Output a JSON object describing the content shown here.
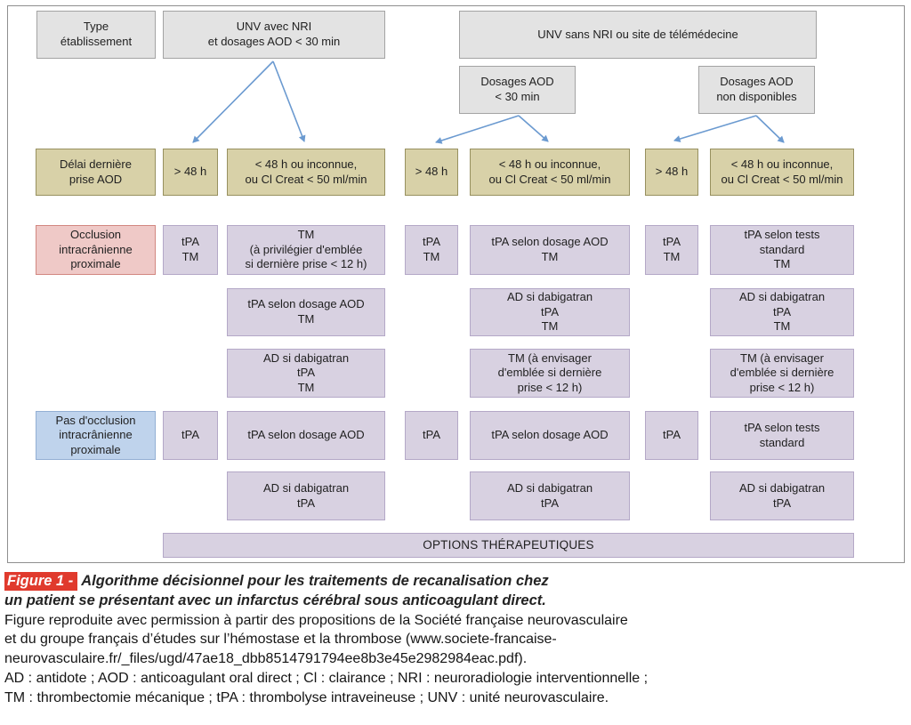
{
  "headers": {
    "type_etab": "Type\nétablissement",
    "unv_avec": "UNV avec NRI\net dosages AOD < 30 min",
    "unv_sans": "UNV sans NRI ou site de télémédecine",
    "dosages_30": "Dosages AOD\n< 30 min",
    "dosages_nd": "Dosages AOD\nnon disponibles"
  },
  "row_labels": {
    "delai": "Délai dernière\nprise AOD",
    "occlusion": "Occlusion\nintracrânienne\nproximale",
    "pas_occlusion": "Pas d'occlusion\nintracrânienne\nproximale"
  },
  "delay_headers": {
    "c1": "> 48 h",
    "c2": "< 48 h ou inconnue,\nou Cl Creat < 50 ml/min",
    "c3": "> 48 h",
    "c4": "< 48 h ou inconnue,\nou Cl Creat < 50 ml/min",
    "c5": "> 48 h",
    "c6": "< 48 h ou inconnue,\nou Cl Creat < 50 ml/min"
  },
  "cells": {
    "c1r1": "tPA\nTM",
    "c2r1": "TM\n(à privilégier d'emblée\nsi dernière prise < 12 h)",
    "c2r2": "tPA selon dosage AOD\nTM",
    "c2r3": "AD si dabigatran\ntPA\nTM",
    "c3r1": "tPA\nTM",
    "c4r1": "tPA selon dosage AOD\nTM",
    "c4r2": "AD si dabigatran\ntPA\nTM",
    "c4r3": "TM (à envisager\nd'emblée si dernière\nprise < 12 h)",
    "c5r1": "tPA\nTM",
    "c6r1": "tPA selon tests\nstandard\nTM",
    "c6r2": "AD si dabigatran\ntPA\nTM",
    "c6r3": "TM (à envisager\nd'emblée si dernière\nprise < 12 h)",
    "c1r4": "tPA",
    "c2r4": "tPA selon dosage AOD",
    "c2r5": "AD si dabigatran\ntPA",
    "c3r4": "tPA",
    "c4r4": "tPA selon dosage AOD",
    "c4r5": "AD si dabigatran\ntPA",
    "c5r4": "tPA",
    "c6r4": "tPA selon tests\nstandard",
    "c6r5": "AD si dabigatran\ntPA"
  },
  "options_bar": "OPTIONS THÉRAPEUTIQUES",
  "caption": {
    "figure_label": "Figure 1 -",
    "title_line1": "Algorithme décisionnel pour les traitements de recanalisation chez",
    "title_line2": "un patient se présentant avec un infarctus cérébral sous anticoagulant direct.",
    "body_line1": "Figure reproduite avec permission à partir des propositions de la Société française neurovasculaire",
    "body_line2": "et du groupe français d’études sur l’hémostase et la thrombose (www.societe-francaise-",
    "body_line3": "neurovasculaire.fr/_files/ugd/47ae18_dbb8514791794ee8b3e45e2982984eac.pdf).",
    "abbrev_line1": "AD : antidote ; AOD : anticoagulant oral direct ; Cl : clairance ; NRI : neuroradiologie interventionnelle ;",
    "abbrev_line2": "TM : thrombectomie mécanique ; tPA : thrombolyse intraveineuse ; UNV : unité neurovasculaire."
  },
  "colors": {
    "box_gray": "#e3e3e3",
    "box_olive": "#d8d1a8",
    "box_pink": "#efc9c7",
    "box_blue": "#bfd3ec",
    "box_purple": "#d8d1e1",
    "arrow_blue": "#6b9ad0",
    "figure_label_red": "#e03a2d"
  }
}
